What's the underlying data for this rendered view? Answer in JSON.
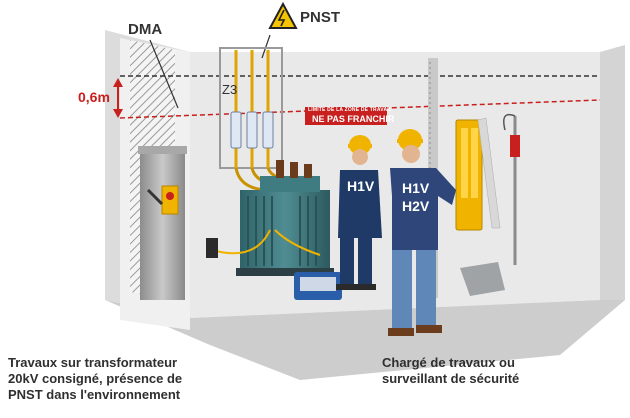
{
  "labels": {
    "dma": "DMA",
    "pnst": "PNST",
    "distance": "0,6m",
    "z3": "Z3",
    "worker_left": "H1V",
    "worker_right_line1": "H1V",
    "worker_right_line2": "H2V"
  },
  "sign": {
    "line1": "LIMITE DE LA ZONE DE TRAVAIL",
    "line2": "NE PAS FRANCHIR"
  },
  "captions": {
    "left_line1": "Travaux sur transformateur",
    "left_line2": "20kV consigné, présence de",
    "left_line3": "PNST dans l'environnement",
    "right_line1": "Chargé de travaux ou",
    "right_line2": "surveillant de sécurité"
  },
  "colors": {
    "accent_red": "#c8201e",
    "helmet_yellow": "#f0b400",
    "transformer_teal": "#3d7a80",
    "worker_blue": "#1f3a66",
    "caption_text": "#2f2f2f"
  },
  "icons": [
    "warning-electric-icon",
    "voltage-detector-icon",
    "hotstick-icon"
  ]
}
